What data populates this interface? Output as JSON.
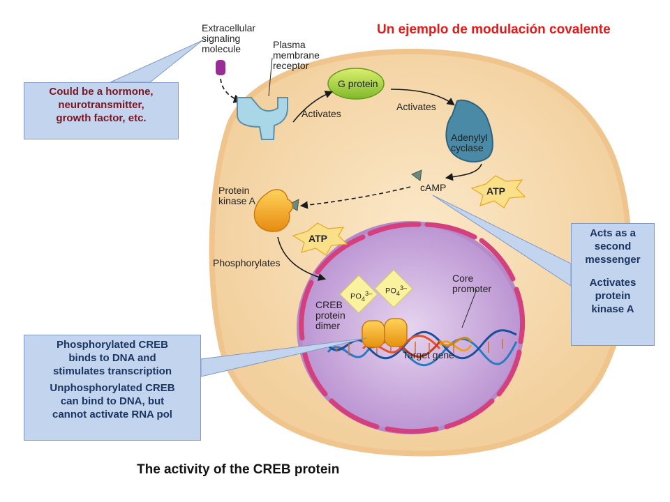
{
  "title": "Un ejemplo de modulación covalente",
  "caption": "The activity of the CREB protein",
  "labels": {
    "extracellular": [
      "Extracellular",
      "signaling",
      "molecule"
    ],
    "plasma_receptor": [
      "Plasma",
      "membrane",
      "receptor"
    ],
    "g_protein": "G protein",
    "activates_1": "Activates",
    "activates_2": "Activates",
    "adenylyl": [
      "Adenylyl",
      "cyclase"
    ],
    "camp": "cAMP",
    "atp_1": "ATP",
    "atp_2": "ATP",
    "pka": [
      "Protein",
      "kinase A"
    ],
    "phosphorylates": "Phosphorylates",
    "creb": [
      "CREB",
      "protein",
      "dimer"
    ],
    "core_promoter": [
      "Core",
      "promoter"
    ],
    "target_gene": "Target gene",
    "po4": "PO"
  },
  "callouts": {
    "hormone": [
      "Could be a hormone,",
      "neurotransmitter,",
      "growth factor, etc."
    ],
    "second_messenger": [
      "Acts as a",
      "second",
      "messenger"
    ],
    "activates_pka": [
      "Activates",
      "protein",
      "kinase A"
    ],
    "creb_binds": [
      "Phosphorylated CREB",
      "binds to DNA and",
      "stimulates transcription"
    ],
    "unphosphorylated": [
      "Unphosphorylated CREB",
      "can bind to DNA, but",
      "cannot activate RNA pol"
    ]
  },
  "colors": {
    "title": "#e21a1a",
    "callout_fill": "#c3d4ee",
    "callout_red_text": "#7a1420",
    "callout_blue_text": "#1a3560",
    "cell": "#f7dcae",
    "nucleus": "#c9a6dc",
    "nuclear_envelope": "#d4407e"
  }
}
